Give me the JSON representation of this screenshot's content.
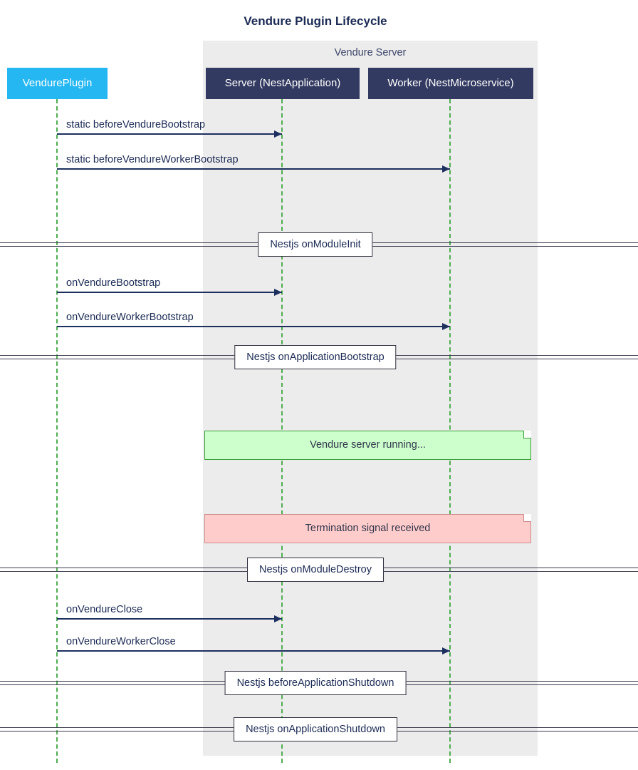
{
  "title": "Vendure Plugin Lifecycle",
  "group": {
    "label": "Vendure Server"
  },
  "actors": [
    {
      "id": "plugin",
      "label": "VendurePlugin"
    },
    {
      "id": "server",
      "label": "Server (NestApplication)"
    },
    {
      "id": "worker",
      "label": "Worker (NestMicroservice)"
    }
  ],
  "messages": [
    {
      "label": "static beforeVendureBootstrap",
      "from": "VendurePlugin",
      "to": "Server (NestApplication)"
    },
    {
      "label": "static beforeVendureWorkerBootstrap",
      "from": "VendurePlugin",
      "to": "Worker (NestMicroservice)"
    },
    {
      "label": "onVendureBootstrap",
      "from": "VendurePlugin",
      "to": "Server (NestApplication)"
    },
    {
      "label": "onVendureWorkerBootstrap",
      "from": "VendurePlugin",
      "to": "Worker (NestMicroservice)"
    },
    {
      "label": "onVendureClose",
      "from": "VendurePlugin",
      "to": "Server (NestApplication)"
    },
    {
      "label": "onVendureWorkerClose",
      "from": "VendurePlugin",
      "to": "Worker (NestMicroservice)"
    }
  ],
  "dividers": [
    {
      "label": "Nestjs onModuleInit"
    },
    {
      "label": "Nestjs onApplicationBootstrap"
    },
    {
      "label": "Nestjs onModuleDestroy"
    },
    {
      "label": "Nestjs beforeApplicationShutdown"
    },
    {
      "label": "Nestjs onApplicationShutdown"
    }
  ],
  "notes": [
    {
      "label": "Vendure server running...",
      "type": "green"
    },
    {
      "label": "Termination signal received",
      "type": "red"
    }
  ],
  "colors": {
    "plugin_actor_bg": "#24b7f2",
    "nest_actor_bg": "#333a61",
    "actor_text": "#ffffff",
    "arrow": "#1c2f5e",
    "label_text": "#1c2b54",
    "lifeline": "#4fae51",
    "group_bg": "#ececec",
    "note_green_bg": "#ccffcc",
    "note_green_border": "#3aa13a",
    "note_red_bg": "#ffcccc",
    "note_red_border": "#d08c8c"
  }
}
